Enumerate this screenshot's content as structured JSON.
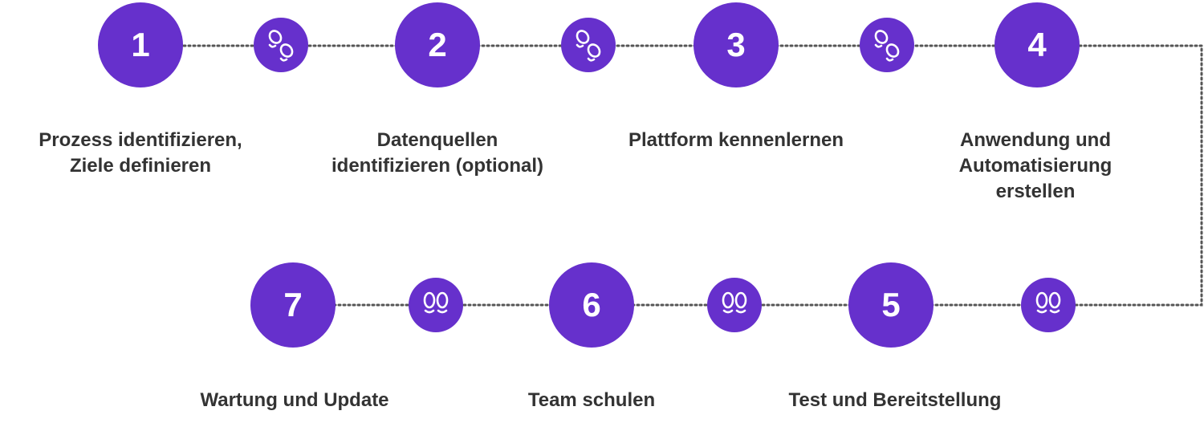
{
  "colors": {
    "accent": "#6630cc",
    "text": "#333333",
    "connector": "#555555"
  },
  "row1": [
    {
      "number": "1",
      "label_lines": [
        "Prozess identifizieren,",
        "Ziele definieren"
      ]
    },
    {
      "number": "2",
      "label_lines": [
        "Datenquellen",
        "identifizieren (optional)"
      ]
    },
    {
      "number": "3",
      "label_lines": [
        "Plattform kennenlernen"
      ]
    },
    {
      "number": "4",
      "label_lines": [
        "Anwendung und",
        "Automatisierung",
        "erstellen"
      ]
    }
  ],
  "row2": [
    {
      "number": "7",
      "label_lines": [
        "Wartung und Update"
      ]
    },
    {
      "number": "6",
      "label_lines": [
        "Team schulen"
      ]
    },
    {
      "number": "5",
      "label_lines": [
        "Test und Bereitstellung"
      ]
    }
  ],
  "footstep_icon": "footprints-icon"
}
